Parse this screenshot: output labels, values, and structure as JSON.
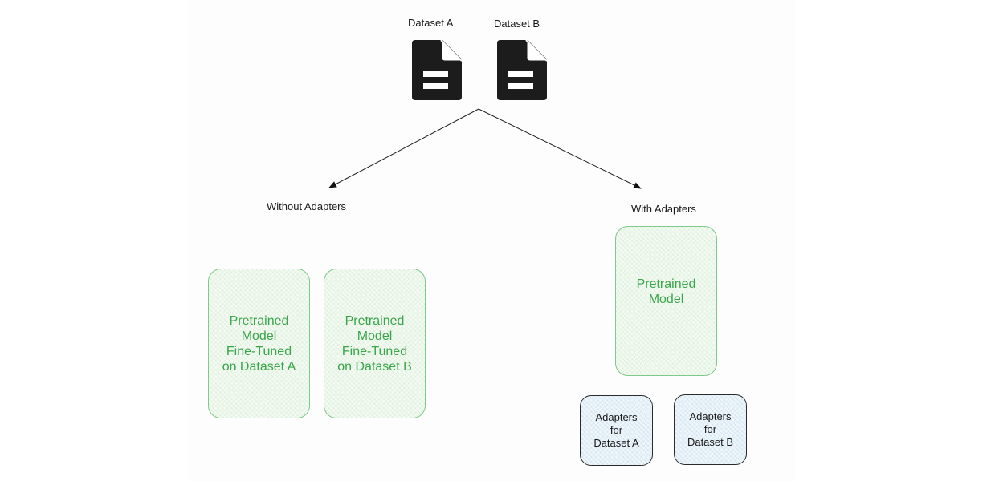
{
  "datasets": {
    "a_label": "Dataset A",
    "b_label": "Dataset B",
    "icon": "document-icon"
  },
  "branches": {
    "left_label": "Without Adapters",
    "right_label": "With Adapters"
  },
  "without_adapters": {
    "box_a": "Pretrained\nModel\nFine-Tuned\non Dataset A",
    "box_b": "Pretrained\nModel\nFine-Tuned\non Dataset B"
  },
  "with_adapters": {
    "pretrained": "Pretrained\nModel",
    "adapter_a": "Adapters\nfor\nDataset A",
    "adapter_b": "Adapters\nfor\nDataset B"
  },
  "colors": {
    "model_text": "#3aa54a",
    "model_border": "#7fc98a",
    "adapter_border": "#2b2b2b",
    "icon_fill": "#1c1c1c"
  }
}
